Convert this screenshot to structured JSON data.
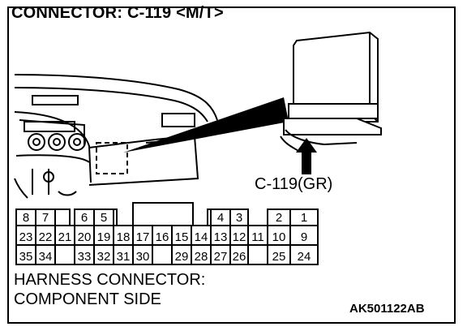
{
  "title": "CONNECTOR: C-119 <M/T>",
  "callout_label": "C-119(GR)",
  "harness_label_line1": "HARNESS CONNECTOR:",
  "harness_label_line2": "COMPONENT SIDE",
  "figure_code": "AK501122AB",
  "connector": {
    "row1": [
      {
        "label": "8"
      },
      {
        "label": "7"
      },
      {
        "label": "6"
      },
      {
        "label": "5"
      },
      {
        "label": "4"
      },
      {
        "label": "3"
      },
      {
        "label": "2"
      },
      {
        "label": "1"
      }
    ],
    "row2": [
      {
        "label": "23"
      },
      {
        "label": "22"
      },
      {
        "label": "21"
      },
      {
        "label": "20"
      },
      {
        "label": "19"
      },
      {
        "label": "18"
      },
      {
        "label": "17"
      },
      {
        "label": "16"
      },
      {
        "label": "15"
      },
      {
        "label": "14"
      },
      {
        "label": "13"
      },
      {
        "label": "12"
      },
      {
        "label": "11"
      },
      {
        "label": "10"
      },
      {
        "label": "9"
      }
    ],
    "row3": [
      {
        "label": "35"
      },
      {
        "label": "34"
      },
      {
        "label": "33"
      },
      {
        "label": "32"
      },
      {
        "label": "31"
      },
      {
        "label": "30"
      },
      {
        "label": "29"
      },
      {
        "label": "28"
      },
      {
        "label": "27"
      },
      {
        "label": "26"
      },
      {
        "label": "25"
      },
      {
        "label": "24"
      }
    ]
  }
}
